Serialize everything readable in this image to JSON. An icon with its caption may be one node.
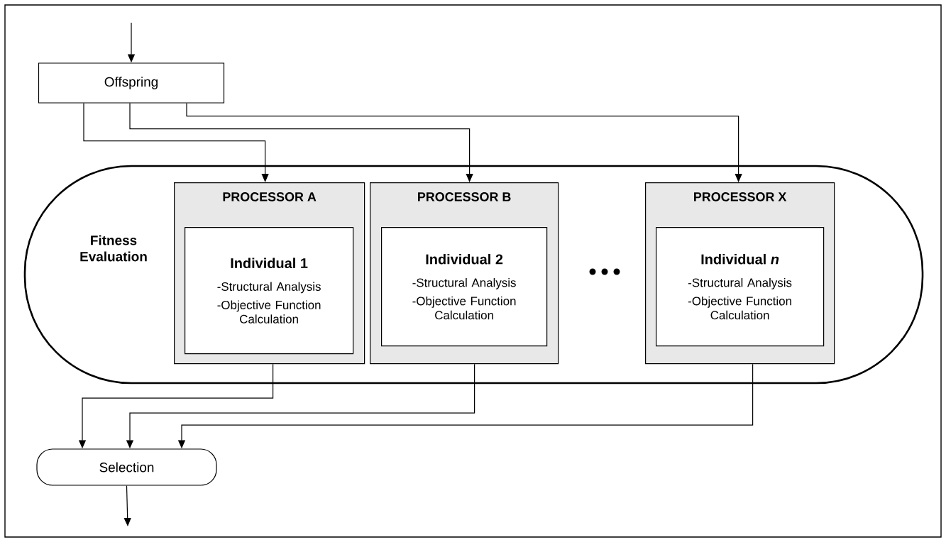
{
  "diagram": {
    "nodes": [
      {
        "text": [
          "Offspring"
        ]
      },
      {
        "text": [
          "Fitness Evaluation"
        ]
      },
      {
        "text": [
          "PROCESSOR  A"
        ],
        "in": 1
      },
      {
        "text": [
          "Individual 1",
          "-Structural Analysis",
          "-Objective Function Calculation"
        ],
        "in": 2
      },
      {
        "text": [
          "PROCESSOR  B"
        ],
        "in": 1
      },
      {
        "text": [
          "Individual 2",
          "-Structural Analysis",
          "-Objective Function Calculation"
        ],
        "in": 4
      },
      {
        "text": [
          "PROCESSOR  X"
        ],
        "in": 1
      },
      {
        "text": [
          "Individual *n*",
          "-Structural Analysis",
          "-Objective Function Calculation"
        ],
        "in": 6
      },
      {
        "text": [
          "Selection"
        ]
      }
    ],
    "edges": [
      {
        "from": null,
        "to": 0,
        "arrow": "to"
      },
      {
        "from": 0,
        "to": 2,
        "arrow": "to"
      },
      {
        "from": 0,
        "to": 4,
        "arrow": "to"
      },
      {
        "from": 0,
        "to": 6,
        "arrow": "to"
      },
      {
        "from": 2,
        "to": 8,
        "arrow": "to"
      },
      {
        "from": 4,
        "to": 8,
        "arrow": "to"
      },
      {
        "from": 6,
        "to": 8,
        "arrow": "to"
      },
      {
        "from": 8,
        "to": null,
        "arrow": "to"
      }
    ]
  }
}
